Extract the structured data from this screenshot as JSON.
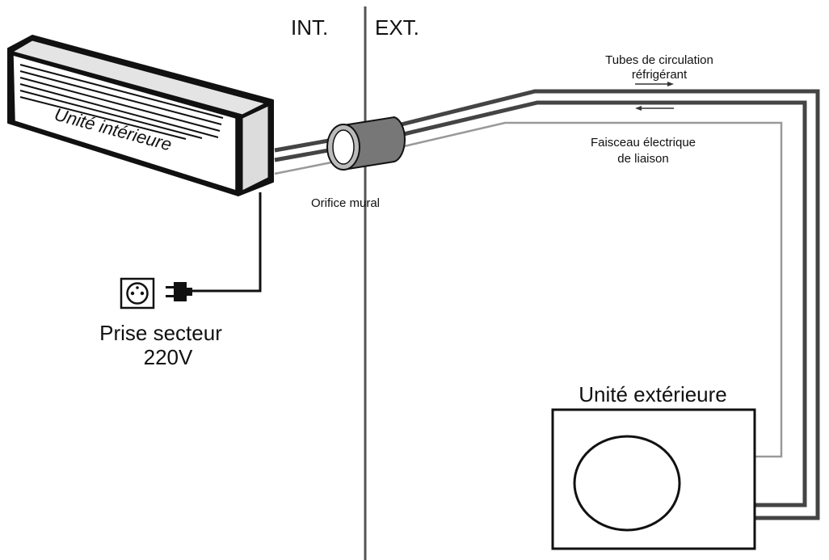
{
  "zones": {
    "interior": "INT.",
    "exterior": "EXT."
  },
  "indoor_unit": {
    "label": "Unité intérieure"
  },
  "outdoor_unit": {
    "label": "Unité extérieure"
  },
  "wall_hole": {
    "label": "Orifice mural"
  },
  "refrigerant_tubes": {
    "line1": "Tubes de circulation",
    "line2": "réfrigérant"
  },
  "electric_harness": {
    "line1": "Faisceau électrique",
    "line2": "de liaison"
  },
  "power_outlet": {
    "line1": "Prise secteur",
    "line2": "220V"
  },
  "icons": [
    "wall-socket-icon",
    "power-plug-icon"
  ]
}
